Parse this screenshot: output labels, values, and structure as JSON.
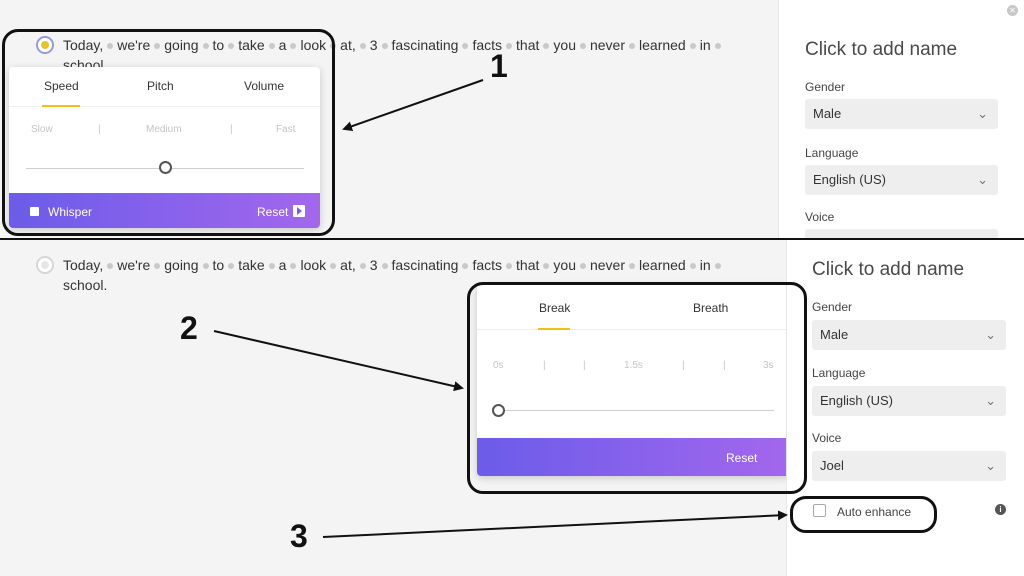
{
  "sentence": {
    "words": [
      "Today,",
      "we're",
      "going",
      "to",
      "take",
      "a",
      "look",
      "at,",
      "3",
      "fascinating",
      "facts",
      "that",
      "you",
      "never",
      "learned",
      "in",
      "school."
    ]
  },
  "top_panel": {
    "sidebar": {
      "name_placeholder": "Click to add name",
      "gender_label": "Gender",
      "gender_value": "Male",
      "language_label": "Language",
      "language_value": "English (US)",
      "voice_label": "Voice"
    },
    "popup": {
      "tabs": [
        "Speed",
        "Pitch",
        "Volume"
      ],
      "active_tab": "Speed",
      "scale": [
        "Slow",
        "|",
        "Medium",
        "|",
        "Fast"
      ],
      "slider_level": 0.5,
      "whisper_label": "Whisper",
      "reset_label": "Reset"
    }
  },
  "bottom_panel": {
    "sidebar": {
      "name_placeholder": "Click to add name",
      "gender_label": "Gender",
      "gender_value": "Male",
      "language_label": "Language",
      "language_value": "English (US)",
      "voice_label": "Voice",
      "voice_value": "Joel",
      "auto_enhance_label": "Auto enhance"
    },
    "popup": {
      "tabs": [
        "Break",
        "Breath"
      ],
      "active_tab": "Break",
      "scale": [
        "0s",
        "|",
        "|",
        "1.5s",
        "|",
        "|",
        "3s"
      ],
      "slider_level": 0.0,
      "reset_label": "Reset"
    }
  },
  "annotations": [
    "1",
    "2",
    "3"
  ],
  "colors": {
    "accent_yellow": "#f2c20f",
    "gradient_start": "#6b5ce9",
    "gradient_end": "#a367ec",
    "annotation": "#111111"
  },
  "icons": {
    "chevron": "chevron-down-icon",
    "play": "play-icon",
    "info": "info-icon",
    "close": "close-icon"
  }
}
